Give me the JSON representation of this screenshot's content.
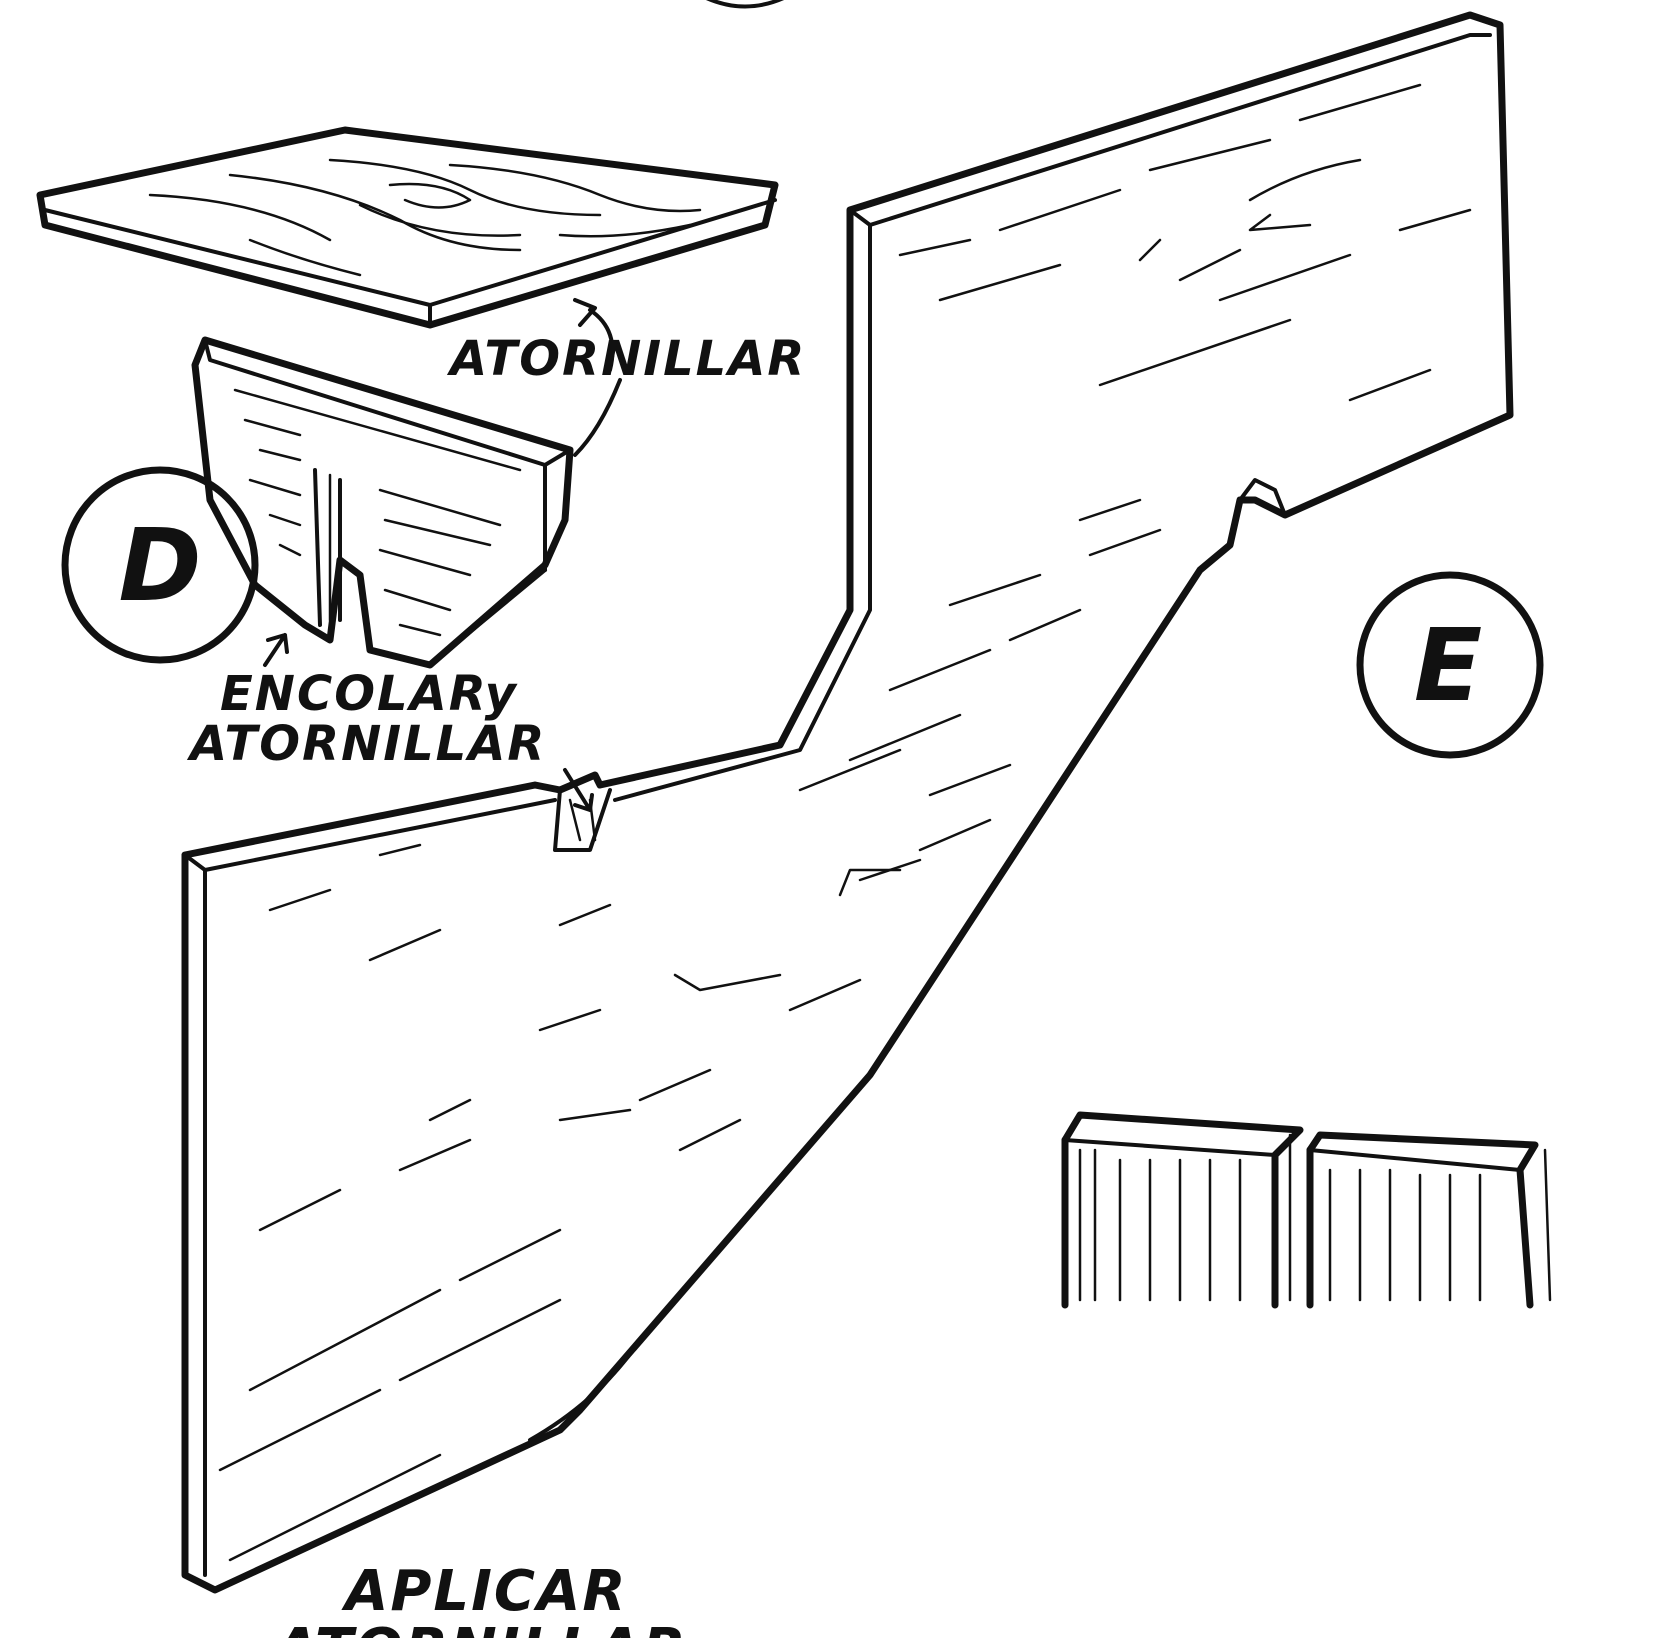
{
  "labels": {
    "atornillar_top": "ATORNILLAR",
    "encolar_line1": "ENCOLARy",
    "encolar_line2": "ATORNILLAR",
    "aplicar": "APLICAR",
    "bottom_cut": "ATORNILLAR"
  },
  "badges": {
    "d": "D",
    "e": "E"
  },
  "colors": {
    "ink": "#111111",
    "paper": "#ffffff"
  }
}
